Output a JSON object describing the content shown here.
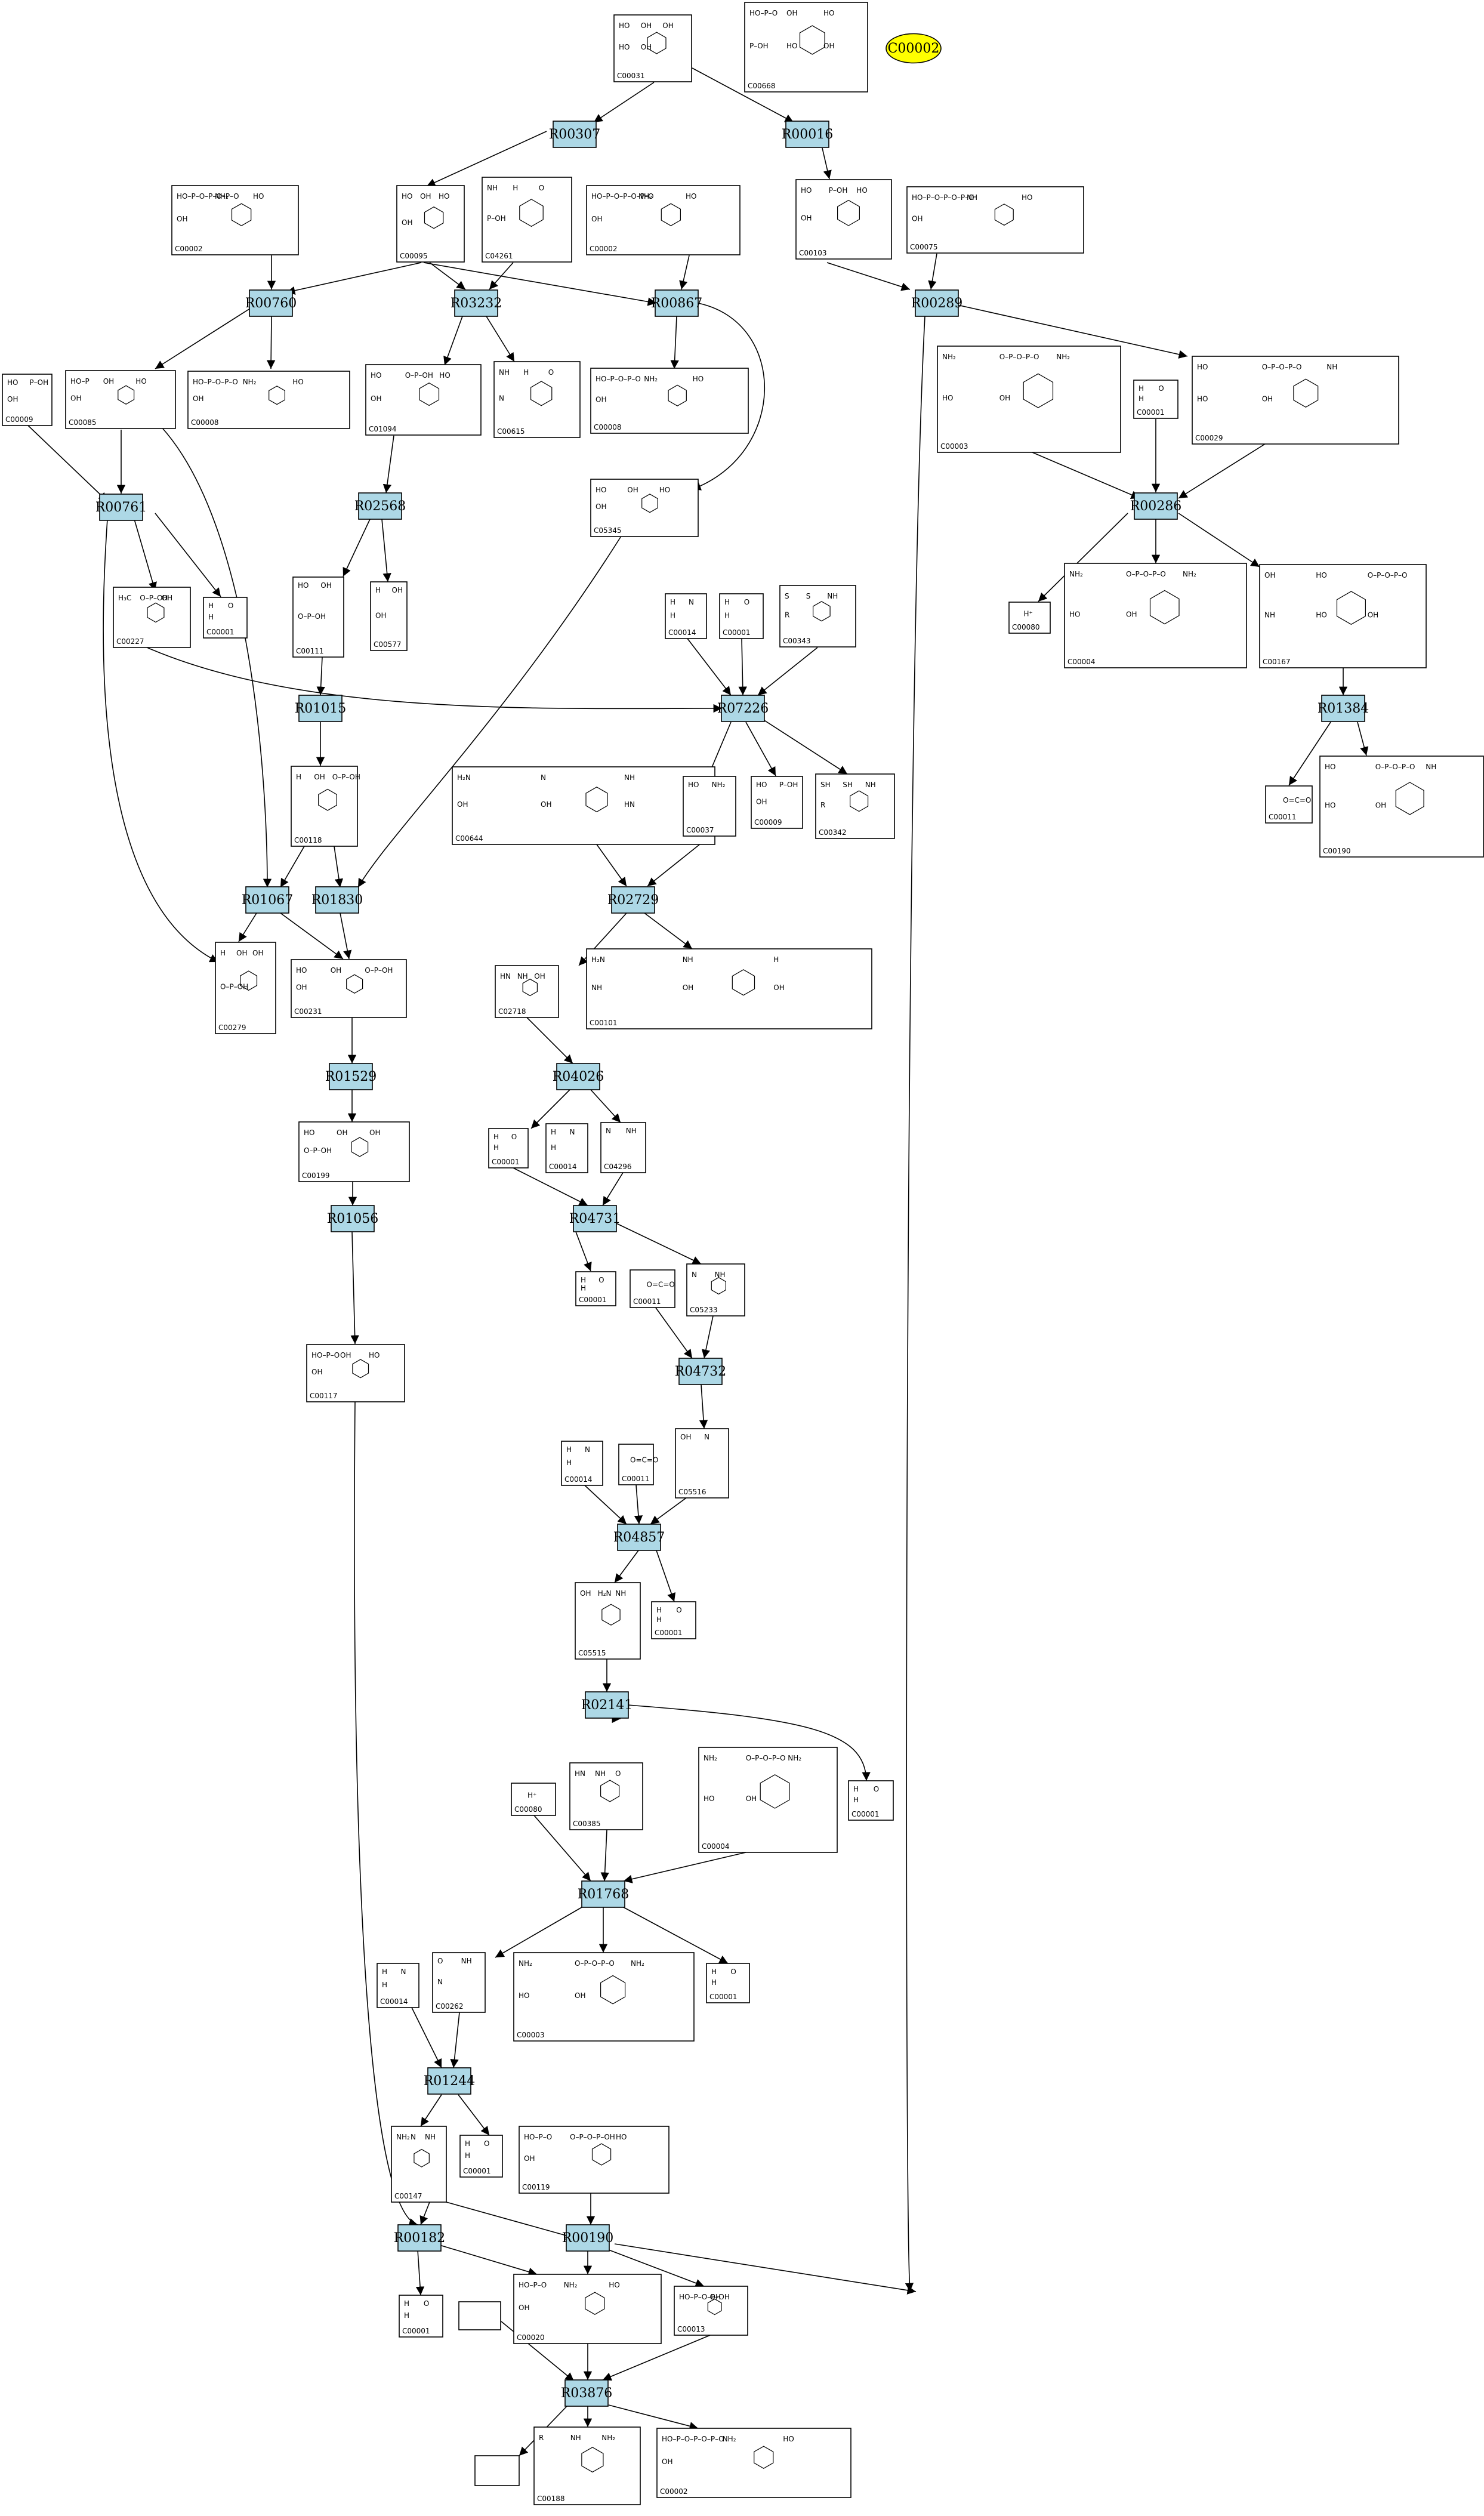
{
  "highlight": {
    "id": "C00002",
    "fill": "#ffff00"
  },
  "colors": {
    "reaction_fill": "#add8e6",
    "compound_fill": "#ffffff",
    "stroke": "#000000"
  },
  "reactions": [
    {
      "id": "R00307"
    },
    {
      "id": "R00016"
    },
    {
      "id": "R00760"
    },
    {
      "id": "R03232"
    },
    {
      "id": "R00867"
    },
    {
      "id": "R00289"
    },
    {
      "id": "R00286"
    },
    {
      "id": "R00761"
    },
    {
      "id": "R02568"
    },
    {
      "id": "R01015"
    },
    {
      "id": "R07226"
    },
    {
      "id": "R01384"
    },
    {
      "id": "R01067"
    },
    {
      "id": "R01830"
    },
    {
      "id": "R02729"
    },
    {
      "id": "R01529"
    },
    {
      "id": "R04026"
    },
    {
      "id": "R01056"
    },
    {
      "id": "R04731"
    },
    {
      "id": "R04732"
    },
    {
      "id": "R04857"
    },
    {
      "id": "R02141"
    },
    {
      "id": "R01768"
    },
    {
      "id": "R01244"
    },
    {
      "id": "R00182"
    },
    {
      "id": "R00190"
    },
    {
      "id": "R03876"
    }
  ],
  "compounds": [
    {
      "id": "C00031",
      "structure": [
        "HO",
        "OH",
        "OH",
        "HO",
        "OH"
      ]
    },
    {
      "id": "C00668",
      "structure": [
        "HO–P–O",
        "OH",
        "HO",
        "P–OH",
        "HO",
        "OH"
      ]
    },
    {
      "id": "C00002",
      "structure": [
        "HO–P–O–P–O–P–O",
        "NH₂",
        "HO",
        "OH"
      ]
    },
    {
      "id": "C00095",
      "structure": [
        "HO",
        "OH",
        "HO",
        "OH"
      ]
    },
    {
      "id": "C04261",
      "structure": [
        "NH",
        "H",
        "O",
        "P–OH"
      ]
    },
    {
      "id": "C00002",
      "structure": [
        "HO–P–O–P–O–P–O",
        "NH₂",
        "HO",
        "OH"
      ]
    },
    {
      "id": "C00103",
      "structure": [
        "HO",
        "P–OH",
        "HO",
        "OH"
      ]
    },
    {
      "id": "C00075",
      "structure": [
        "HO–P–O–P–O–P–O",
        "NH",
        "HO",
        "OH"
      ]
    },
    {
      "id": "C00009",
      "structure": [
        "HO",
        "P–OH",
        "OH"
      ]
    },
    {
      "id": "C00085",
      "structure": [
        "HO–P",
        "OH",
        "HO",
        "OH"
      ]
    },
    {
      "id": "C00008",
      "structure": [
        "HO–P–O–P–O",
        "NH₂",
        "HO",
        "OH"
      ]
    },
    {
      "id": "C01094",
      "structure": [
        "HO",
        "O–P–OH",
        "HO",
        "OH"
      ]
    },
    {
      "id": "C00615",
      "structure": [
        "NH",
        "H",
        "O",
        "N"
      ]
    },
    {
      "id": "C00008",
      "structure": [
        "HO–P–O–P–O",
        "NH₂",
        "HO",
        "OH"
      ]
    },
    {
      "id": "C00003",
      "structure": [
        "NH₂",
        "O–P–O–P–O",
        "NH₂",
        "HO",
        "OH"
      ]
    },
    {
      "id": "C00001",
      "structure": [
        "H",
        "O",
        "H"
      ]
    },
    {
      "id": "C00029",
      "structure": [
        "HO",
        "O–P–O–P–O",
        "NH",
        "HO",
        "OH"
      ]
    },
    {
      "id": "C05345",
      "structure": [
        "HO",
        "OH",
        "HO",
        "OH"
      ]
    },
    {
      "id": "C00227",
      "structure": [
        "H₃C",
        "O–P–OH",
        "OH"
      ]
    },
    {
      "id": "C00001",
      "structure": [
        "H",
        "O",
        "H"
      ]
    },
    {
      "id": "C00111",
      "structure": [
        "HO",
        "OH",
        "O–P–OH"
      ]
    },
    {
      "id": "C00577",
      "structure": [
        "H",
        "OH",
        "OH"
      ]
    },
    {
      "id": "C00014",
      "structure": [
        "H",
        "N",
        "H"
      ]
    },
    {
      "id": "C00001",
      "structure": [
        "H",
        "O",
        "H"
      ]
    },
    {
      "id": "C00343",
      "structure": [
        "S",
        "S",
        "NH",
        "R"
      ]
    },
    {
      "id": "C00080",
      "structure": [
        "H⁺"
      ]
    },
    {
      "id": "C00004",
      "structure": [
        "NH₂",
        "O–P–O–P–O",
        "NH₂",
        "HO",
        "OH"
      ]
    },
    {
      "id": "C00167",
      "structure": [
        "OH",
        "HO",
        "O–P–O–P–O",
        "NH",
        "HO",
        "OH"
      ]
    },
    {
      "id": "C00118",
      "structure": [
        "H",
        "OH",
        "O–P–OH"
      ]
    },
    {
      "id": "C00644",
      "structure": [
        "H₂N",
        "N",
        "NH",
        "OH",
        "OH",
        "HN"
      ]
    },
    {
      "id": "C00037",
      "structure": [
        "HO",
        "NH₂"
      ]
    },
    {
      "id": "C00009",
      "structure": [
        "HO",
        "P–OH",
        "OH"
      ]
    },
    {
      "id": "C00342",
      "structure": [
        "SH",
        "SH",
        "NH",
        "R"
      ]
    },
    {
      "id": "C00011",
      "structure": [
        "O=C=O"
      ]
    },
    {
      "id": "C00190",
      "structure": [
        "HO",
        "O–P–O–P–O",
        "NH",
        "HO",
        "OH"
      ]
    },
    {
      "id": "C00279",
      "structure": [
        "H",
        "OH",
        "OH",
        "O–P–OH"
      ]
    },
    {
      "id": "C00231",
      "structure": [
        "HO",
        "OH",
        "O–P–OH",
        "OH"
      ]
    },
    {
      "id": "C02718",
      "structure": [
        "HN",
        "NH",
        "OH"
      ]
    },
    {
      "id": "C00101",
      "structure": [
        "H₂N",
        "NH",
        "H",
        "NH",
        "OH",
        "OH"
      ]
    },
    {
      "id": "C00199",
      "structure": [
        "HO",
        "OH",
        "OH",
        "O–P–OH"
      ]
    },
    {
      "id": "C00001",
      "structure": [
        "H",
        "O",
        "H"
      ]
    },
    {
      "id": "C00014",
      "structure": [
        "H",
        "N",
        "H"
      ]
    },
    {
      "id": "C04296",
      "structure": [
        "N",
        "NH"
      ]
    },
    {
      "id": "C00117",
      "structure": [
        "HO–P–O",
        "OH",
        "HO",
        "OH"
      ]
    },
    {
      "id": "C00001",
      "structure": [
        "H",
        "O",
        "H"
      ]
    },
    {
      "id": "C00011",
      "structure": [
        "O=C=O"
      ]
    },
    {
      "id": "C05233",
      "structure": [
        "N",
        "NH"
      ]
    },
    {
      "id": "C00014",
      "structure": [
        "H",
        "N",
        "H"
      ]
    },
    {
      "id": "C00011",
      "structure": [
        "O=C=O"
      ]
    },
    {
      "id": "C05516",
      "structure": [
        "OH",
        "N"
      ]
    },
    {
      "id": "C05515",
      "structure": [
        "OH",
        "H₂N",
        "NH"
      ]
    },
    {
      "id": "C00001",
      "structure": [
        "H",
        "O",
        "H"
      ]
    },
    {
      "id": "C00080",
      "structure": [
        "H⁺"
      ]
    },
    {
      "id": "C00385",
      "structure": [
        "HN",
        "NH",
        "O"
      ]
    },
    {
      "id": "C00004",
      "structure": [
        "NH₂",
        "O–P–O–P–O",
        "NH₂",
        "HO",
        "OH"
      ]
    },
    {
      "id": "C00001",
      "structure": [
        "H",
        "O",
        "H"
      ]
    },
    {
      "id": "C00014",
      "structure": [
        "H",
        "N",
        "H"
      ]
    },
    {
      "id": "C00262",
      "structure": [
        "O",
        "NH",
        "N"
      ]
    },
    {
      "id": "C00003",
      "structure": [
        "NH₂",
        "O–P–O–P–O",
        "NH₂",
        "HO",
        "OH"
      ]
    },
    {
      "id": "C00001",
      "structure": [
        "H",
        "O",
        "H"
      ]
    },
    {
      "id": "C00147",
      "structure": [
        "NH₂",
        "N",
        "NH"
      ]
    },
    {
      "id": "C00001",
      "structure": [
        "H",
        "O",
        "H"
      ]
    },
    {
      "id": "C00119",
      "structure": [
        "HO–P–O",
        "O–P–O–P–OH",
        "HO",
        "OH"
      ]
    },
    {
      "id": "C00001",
      "structure": [
        "H",
        "O",
        "H"
      ]
    },
    {
      "id": "C00020",
      "structure": [
        "HO–P–O",
        "NH₂",
        "HO",
        "OH"
      ]
    },
    {
      "id": "C00013",
      "structure": [
        "HO–P–O–P–OH",
        "OH"
      ]
    },
    {
      "id": "C00188",
      "structure": [
        "R",
        "NH",
        "NH₂"
      ]
    },
    {
      "id": "C00002",
      "structure": [
        "HO–P–O–P–O–P–O",
        "NH₂",
        "HO",
        "OH"
      ]
    }
  ]
}
